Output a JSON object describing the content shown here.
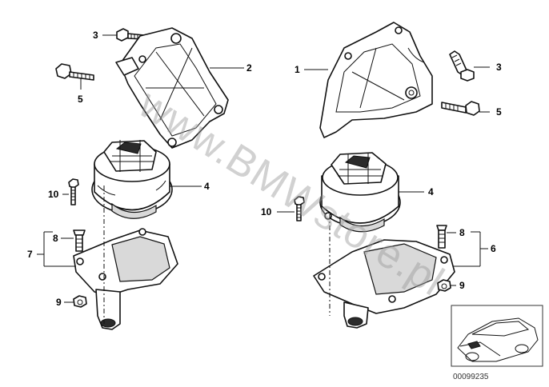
{
  "watermark": "www.BMWstore.pl",
  "document_id": "00099235",
  "callouts": {
    "left_bolt_top": "3",
    "left_bracket": "2",
    "left_bolt_side": "5",
    "left_mount": "4",
    "left_screw": "10",
    "left_stud": "8",
    "left_assembly": "7",
    "left_nut": "9",
    "right_bracket": "1",
    "right_bolt_top": "3",
    "right_bolt_side": "5",
    "right_mount": "4",
    "right_screw": "10",
    "right_stud": "8",
    "right_assembly": "6",
    "right_nut": "9"
  }
}
